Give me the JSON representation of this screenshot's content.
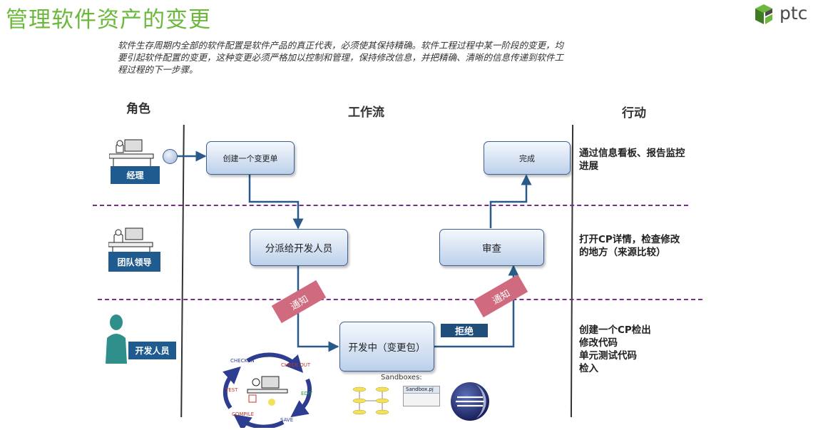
{
  "title": "管理软件资产的变更",
  "logo": {
    "text": "ptc"
  },
  "intro": "软件生存周期内全部的软件配置是软件产品的真正代表，必须使其保持精确。软件工程过程中某一阶段的变更，均要引起软件配置的变更，这种变更必须严格加以控制和管理，保持修改信息，并把精确、清晰的信息传递到软件工程过程的下一步骤。",
  "columns": {
    "role": "角色",
    "workflow": "工作流",
    "action": "行动"
  },
  "roles": {
    "manager": "经理",
    "team_lead": "团队领导",
    "developer": "开发人员"
  },
  "boxes": {
    "create": "创建一个变更单",
    "done": "完成",
    "assign": "分派给开发人员",
    "review": "审查",
    "develop": "开发中（变更包）"
  },
  "tags": {
    "notify": "通知",
    "reject": "拒绝"
  },
  "actions": {
    "manager": [
      "通过信息看板、报告监控",
      "进展"
    ],
    "team_lead": [
      "打开CP详情，检查修改",
      "的地方（来源比较）"
    ],
    "developer": [
      "创建一个CP检出",
      "修改代码",
      "单元测试代码",
      "检入"
    ]
  },
  "cycle": {
    "check_in": "CHECK  IN",
    "check_out": "CHECK OUT",
    "edit": "EDIT",
    "save": "SAVE",
    "compile": "COMPILE",
    "test": "TEST"
  },
  "sandboxes": {
    "label": "Sandboxes:",
    "window_title": "Sandbox.pj"
  },
  "colors": {
    "title": "#6bb83c",
    "box_border": "#3e5f91",
    "role_label": "#1f5b8f",
    "dashed": "#7b2c8a",
    "notify": "#d06a7e",
    "reject": "#1f4e7a"
  }
}
